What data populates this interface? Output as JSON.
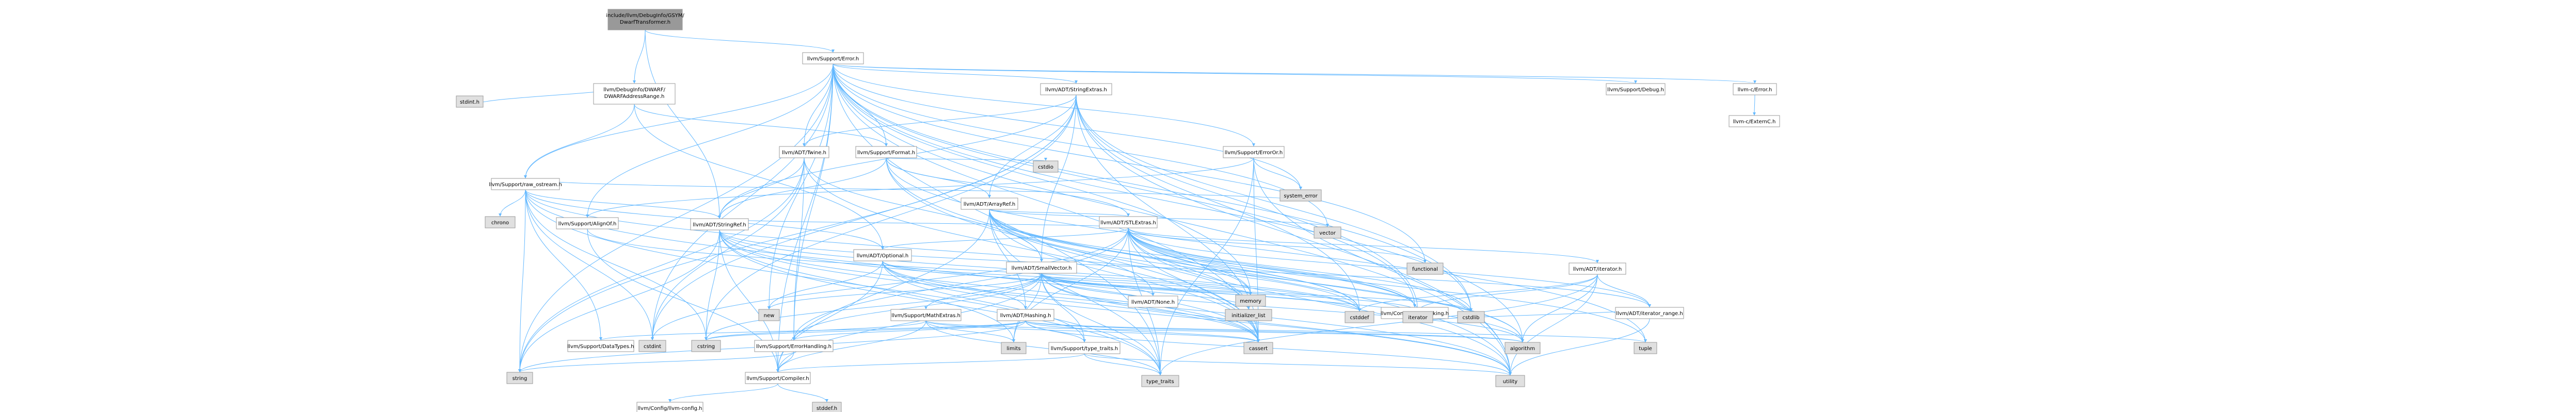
{
  "nodes": [
    {
      "id": "root",
      "label": "include/llvm/DebugInfo/GSYM/DwarfTransformer.h",
      "kind": "root"
    },
    {
      "id": "error",
      "label": "llvm/Support/Error.h",
      "kind": "normal"
    },
    {
      "id": "dwarfrange",
      "label": "llvm/DebugInfo/DWARF/DWARFAddressRange.h",
      "kind": "normal"
    },
    {
      "id": "stringref",
      "label": "llvm/ADT/StringRef.h",
      "kind": "normal"
    },
    {
      "id": "raw_ostream",
      "label": "llvm/Support/raw_ostream.h",
      "kind": "normal"
    },
    {
      "id": "twine",
      "label": "llvm/ADT/Twine.h",
      "kind": "normal"
    },
    {
      "id": "stringextras",
      "label": "llvm/ADT/StringExtras.h",
      "kind": "truncated"
    },
    {
      "id": "format",
      "label": "llvm/Support/Format.h",
      "kind": "normal"
    },
    {
      "id": "erroror",
      "label": "llvm/Support/ErrorOr.h",
      "kind": "normal"
    },
    {
      "id": "debug",
      "label": "llvm/Support/Debug.h",
      "kind": "normal"
    },
    {
      "id": "llvmc_error",
      "label": "llvm-c/Error.h",
      "kind": "normal"
    },
    {
      "id": "externc",
      "label": "llvm-c/ExternC.h",
      "kind": "normal"
    },
    {
      "id": "arrayref",
      "label": "llvm/ADT/ArrayRef.h",
      "kind": "truncated"
    },
    {
      "id": "stlextras",
      "label": "llvm/ADT/STLExtras.h",
      "kind": "normal"
    },
    {
      "id": "optional",
      "label": "llvm/ADT/Optional.h",
      "kind": "normal"
    },
    {
      "id": "smallvector",
      "label": "llvm/ADT/SmallVector.h",
      "kind": "truncated"
    },
    {
      "id": "alignof",
      "label": "llvm/Support/AlignOf.h",
      "kind": "normal"
    },
    {
      "id": "iterator",
      "label": "llvm/ADT/iterator.h",
      "kind": "normal"
    },
    {
      "id": "iterator_range",
      "label": "llvm/ADT/iterator_range.h",
      "kind": "normal"
    },
    {
      "id": "none",
      "label": "llvm/ADT/None.h",
      "kind": "normal"
    },
    {
      "id": "hashing",
      "label": "llvm/ADT/Hashing.h",
      "kind": "truncated"
    },
    {
      "id": "mathextras",
      "label": "llvm/Support/MathExtras.h",
      "kind": "truncated"
    },
    {
      "id": "errorhandling",
      "label": "llvm/Support/ErrorHandling.h",
      "kind": "normal"
    },
    {
      "id": "datatypes",
      "label": "llvm/Support/DataTypes.h",
      "kind": "truncated"
    },
    {
      "id": "typetraits",
      "label": "llvm/Support/type_traits.h",
      "kind": "normal"
    },
    {
      "id": "compiler",
      "label": "llvm/Support/Compiler.h",
      "kind": "normal"
    },
    {
      "id": "llvmconfig",
      "label": "llvm/Config/llvm-config.h",
      "kind": "normal"
    },
    {
      "id": "abibreaking",
      "label": "llvm/Config/abi-breaking.h",
      "kind": "normal"
    },
    {
      "id": "stdint_h",
      "label": "stdint.h",
      "kind": "system"
    },
    {
      "id": "chrono",
      "label": "chrono",
      "kind": "system"
    },
    {
      "id": "cstdio",
      "label": "cstdio",
      "kind": "system"
    },
    {
      "id": "system_error",
      "label": "system_error",
      "kind": "system"
    },
    {
      "id": "vector",
      "label": "vector",
      "kind": "system"
    },
    {
      "id": "functional",
      "label": "functional",
      "kind": "system"
    },
    {
      "id": "new",
      "label": "new",
      "kind": "system"
    },
    {
      "id": "memory",
      "label": "memory",
      "kind": "system"
    },
    {
      "id": "initializer_list",
      "label": "initializer_list",
      "kind": "system"
    },
    {
      "id": "cstddef",
      "label": "cstddef",
      "kind": "system"
    },
    {
      "id": "iterator_std",
      "label": "iterator",
      "kind": "system"
    },
    {
      "id": "cstdlib",
      "label": "cstdlib",
      "kind": "system"
    },
    {
      "id": "limits",
      "label": "limits",
      "kind": "system"
    },
    {
      "id": "cstring",
      "label": "cstring",
      "kind": "system"
    },
    {
      "id": "cstdint",
      "label": "cstdint",
      "kind": "system"
    },
    {
      "id": "cassert",
      "label": "cassert",
      "kind": "system"
    },
    {
      "id": "algorithm",
      "label": "algorithm",
      "kind": "system"
    },
    {
      "id": "tuple",
      "label": "tuple",
      "kind": "system"
    },
    {
      "id": "string",
      "label": "string",
      "kind": "system"
    },
    {
      "id": "type_traits",
      "label": "type_traits",
      "kind": "system"
    },
    {
      "id": "utility",
      "label": "utility",
      "kind": "system"
    },
    {
      "id": "stddef_h",
      "label": "stddef.h",
      "kind": "system"
    }
  ],
  "edges": [
    [
      "root",
      "dwarfrange"
    ],
    [
      "root",
      "error"
    ],
    [
      "root",
      "stringref"
    ],
    [
      "dwarfrange",
      "raw_ostream"
    ],
    [
      "dwarfrange",
      "format"
    ],
    [
      "dwarfrange",
      "optional"
    ],
    [
      "dwarfrange",
      "stdint_h"
    ],
    [
      "error",
      "stringextras"
    ],
    [
      "error",
      "twine"
    ],
    [
      "error",
      "raw_ostream"
    ],
    [
      "error",
      "format"
    ],
    [
      "error",
      "erroror"
    ],
    [
      "error",
      "debug"
    ],
    [
      "error",
      "llvmc_error"
    ],
    [
      "error",
      "abibreaking"
    ],
    [
      "error",
      "alignof"
    ],
    [
      "error",
      "compiler"
    ],
    [
      "error",
      "errorhandling"
    ],
    [
      "error",
      "algorithm"
    ],
    [
      "error",
      "cassert"
    ],
    [
      "error",
      "cstdint"
    ],
    [
      "error",
      "cstdlib"
    ],
    [
      "error",
      "functional"
    ],
    [
      "error",
      "memory"
    ],
    [
      "error",
      "new"
    ],
    [
      "error",
      "string"
    ],
    [
      "error",
      "system_error"
    ],
    [
      "error",
      "type_traits"
    ],
    [
      "error",
      "utility"
    ],
    [
      "error",
      "vector"
    ],
    [
      "llvmc_error",
      "externc"
    ],
    [
      "stringextras",
      "arrayref"
    ],
    [
      "stringextras",
      "smallvector"
    ],
    [
      "stringextras",
      "stringref"
    ],
    [
      "stringextras",
      "twine"
    ],
    [
      "stringextras",
      "cassert"
    ],
    [
      "stringextras",
      "cstddef"
    ],
    [
      "stringextras",
      "cstdint"
    ],
    [
      "stringextras",
      "cstdlib"
    ],
    [
      "stringextras",
      "cstring"
    ],
    [
      "stringextras",
      "iterator_std"
    ],
    [
      "stringextras",
      "string"
    ],
    [
      "stringextras",
      "utility"
    ],
    [
      "twine",
      "smallvector"
    ],
    [
      "twine",
      "stringref"
    ],
    [
      "twine",
      "errorhandling"
    ],
    [
      "twine",
      "cassert"
    ],
    [
      "twine",
      "cstdint"
    ],
    [
      "twine",
      "string"
    ],
    [
      "raw_ostream",
      "stringref"
    ],
    [
      "raw_ostream",
      "datatypes"
    ],
    [
      "raw_ostream",
      "cassert"
    ],
    [
      "raw_ostream",
      "chrono"
    ],
    [
      "raw_ostream",
      "cstddef"
    ],
    [
      "raw_ostream",
      "cstdint"
    ],
    [
      "raw_ostream",
      "cstring"
    ],
    [
      "raw_ostream",
      "string"
    ],
    [
      "raw_ostream",
      "system_error"
    ],
    [
      "raw_ostream",
      "type_traits"
    ],
    [
      "raw_ostream",
      "optional"
    ],
    [
      "format",
      "arrayref"
    ],
    [
      "format",
      "stlextras"
    ],
    [
      "format",
      "stringref"
    ],
    [
      "format",
      "cassert"
    ],
    [
      "format",
      "cstdio"
    ],
    [
      "format",
      "tuple"
    ],
    [
      "format",
      "utility"
    ],
    [
      "erroror",
      "alignof"
    ],
    [
      "erroror",
      "cassert"
    ],
    [
      "erroror",
      "system_error"
    ],
    [
      "erroror",
      "type_traits"
    ],
    [
      "erroror",
      "utility"
    ],
    [
      "stringref",
      "stlextras"
    ],
    [
      "stringref",
      "iterator_range"
    ],
    [
      "stringref",
      "compiler"
    ],
    [
      "stringref",
      "algorithm"
    ],
    [
      "stringref",
      "cassert"
    ],
    [
      "stringref",
      "cstddef"
    ],
    [
      "stringref",
      "cstring"
    ],
    [
      "stringref",
      "limits"
    ],
    [
      "stringref",
      "string"
    ],
    [
      "stringref",
      "type_traits"
    ],
    [
      "stringref",
      "utility"
    ],
    [
      "arrayref",
      "hashing"
    ],
    [
      "arrayref",
      "none"
    ],
    [
      "arrayref",
      "smallvector"
    ],
    [
      "arrayref",
      "stlextras"
    ],
    [
      "arrayref",
      "compiler"
    ],
    [
      "arrayref",
      "algorithm"
    ],
    [
      "arrayref",
      "array_std_x"
    ],
    [
      "arrayref",
      "cassert"
    ],
    [
      "arrayref",
      "cstddef"
    ],
    [
      "arrayref",
      "initializer_list"
    ],
    [
      "arrayref",
      "iterator_std"
    ],
    [
      "arrayref",
      "memory"
    ],
    [
      "arrayref",
      "type_traits"
    ],
    [
      "arrayref",
      "vector"
    ],
    [
      "stlextras",
      "optional"
    ],
    [
      "stlextras",
      "iterator"
    ],
    [
      "stlextras",
      "iterator_range"
    ],
    [
      "stlextras",
      "errorhandling"
    ],
    [
      "stlextras",
      "abibreaking"
    ],
    [
      "stlextras",
      "algorithm"
    ],
    [
      "stlextras",
      "cassert"
    ],
    [
      "stlextras",
      "cstddef"
    ],
    [
      "stlextras",
      "cstdint"
    ],
    [
      "stlextras",
      "cstdlib"
    ],
    [
      "stlextras",
      "functional"
    ],
    [
      "stlextras",
      "initializer_list"
    ],
    [
      "stlextras",
      "iterator_std"
    ],
    [
      "stlextras",
      "limits"
    ],
    [
      "stlextras",
      "memory"
    ],
    [
      "stlextras",
      "tuple"
    ],
    [
      "stlextras",
      "type_traits"
    ],
    [
      "stlextras",
      "utility"
    ],
    [
      "optional",
      "hashing"
    ],
    [
      "optional",
      "none"
    ],
    [
      "optional",
      "compiler"
    ],
    [
      "optional",
      "typetraits"
    ],
    [
      "optional",
      "cassert"
    ],
    [
      "optional",
      "memory"
    ],
    [
      "optional",
      "new"
    ],
    [
      "optional",
      "utility"
    ],
    [
      "smallvector",
      "compiler"
    ],
    [
      "smallvector",
      "errorhandling"
    ],
    [
      "smallvector",
      "mathextras"
    ],
    [
      "smallvector",
      "typetraits"
    ],
    [
      "smallvector",
      "algorithm"
    ],
    [
      "smallvector",
      "cassert"
    ],
    [
      "smallvector",
      "cstddef"
    ],
    [
      "smallvector",
      "cstdlib"
    ],
    [
      "smallvector",
      "cstring"
    ],
    [
      "smallvector",
      "initializer_list"
    ],
    [
      "smallvector",
      "iterator_std"
    ],
    [
      "smallvector",
      "limits"
    ],
    [
      "smallvector",
      "memory"
    ],
    [
      "smallvector",
      "new"
    ],
    [
      "smallvector",
      "type_traits"
    ],
    [
      "smallvector",
      "utility"
    ],
    [
      "alignof",
      "compiler"
    ],
    [
      "alignof",
      "cstddef"
    ],
    [
      "iterator",
      "iterator_range"
    ],
    [
      "iterator",
      "algorithm"
    ],
    [
      "iterator",
      "cstddef"
    ],
    [
      "iterator",
      "iterator_std"
    ],
    [
      "iterator",
      "type_traits"
    ],
    [
      "iterator",
      "utility"
    ],
    [
      "iterator_range",
      "iterator_std"
    ],
    [
      "iterator_range",
      "utility"
    ],
    [
      "hashing",
      "datatypes"
    ],
    [
      "hashing",
      "errorhandling"
    ],
    [
      "hashing",
      "typetraits"
    ],
    [
      "hashing",
      "algorithm"
    ],
    [
      "hashing",
      "cassert"
    ],
    [
      "hashing",
      "cstring"
    ],
    [
      "hashing",
      "string"
    ],
    [
      "hashing",
      "tuple"
    ],
    [
      "hashing",
      "utility"
    ],
    [
      "mathextras",
      "compiler"
    ],
    [
      "mathextras",
      "algorithm"
    ],
    [
      "mathextras",
      "cassert"
    ],
    [
      "mathextras",
      "climits_x"
    ],
    [
      "mathextras",
      "cstring"
    ],
    [
      "mathextras",
      "limits"
    ],
    [
      "mathextras",
      "type_traits"
    ],
    [
      "errorhandling",
      "compiler"
    ],
    [
      "errorhandling",
      "string"
    ],
    [
      "typetraits",
      "compiler"
    ],
    [
      "typetraits",
      "type_traits"
    ],
    [
      "typetraits",
      "utility"
    ],
    [
      "compiler",
      "llvmconfig"
    ],
    [
      "compiler",
      "stddef_h"
    ]
  ],
  "colors": {
    "root_fill": "#999999",
    "node_fill": "#ffffff",
    "system_fill": "#e0e0e0",
    "border": "#999999",
    "truncated_border": "#ff0000",
    "edge": "#63b8ff"
  }
}
